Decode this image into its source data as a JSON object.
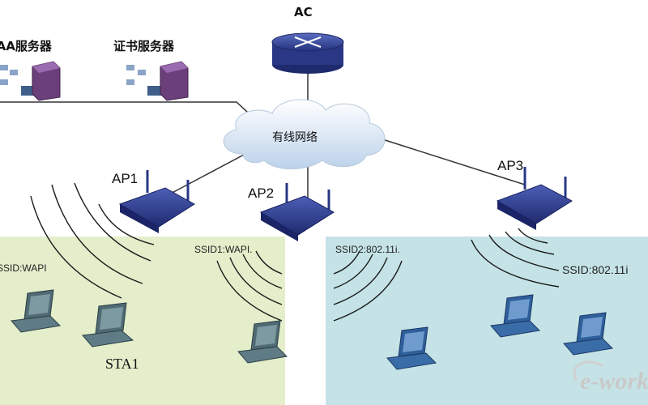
{
  "labels": {
    "ac": "AC",
    "aaa_server": "AAA服务器",
    "cert_server": "证书服务器",
    "wired_network": "有线网络",
    "ap1": "AP1",
    "ap2": "AP2",
    "ap3": "AP3",
    "ssid_left": "SSID:WAPI",
    "ssid1": "SSID1:WAPI.",
    "ssid2": "SSID2:802.11i.",
    "ssid_right": "SSID:802.11i",
    "sta1": "STA1",
    "watermark": "e-works"
  },
  "colors": {
    "zone_left": "#e4eecb",
    "zone_right": "#c5e3e6",
    "router": "#3a4a9c",
    "ap_body": "#2c3a8a",
    "server": "#6b3f7a",
    "laptop_grey": "#56707a",
    "laptop_blue": "#2f5f9a",
    "cloud": "#e8f1fa"
  }
}
